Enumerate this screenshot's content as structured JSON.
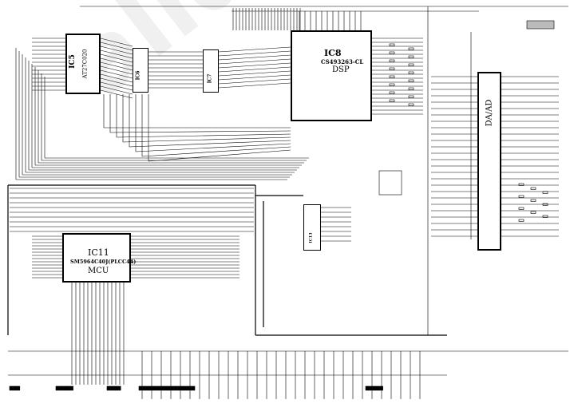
{
  "ics": {
    "ic5": {
      "title": "IC5",
      "part": "AT27C020"
    },
    "ic6": {
      "title": "IC6"
    },
    "ic7": {
      "title": "IC7"
    },
    "ic8": {
      "title": "IC8",
      "part": "CS493263-CL",
      "role": "DSP"
    },
    "ic11": {
      "title": "IC11",
      "part": "SM5964C40J(PLCC44)",
      "role": "MCU"
    },
    "ic13": {
      "title": "IC13"
    },
    "daad": {
      "title": "DA/AD"
    }
  },
  "watermark": "alldatasheet.com",
  "colors": {
    "ink": "#000000",
    "faint": "#666666",
    "background": "#ffffff"
  }
}
